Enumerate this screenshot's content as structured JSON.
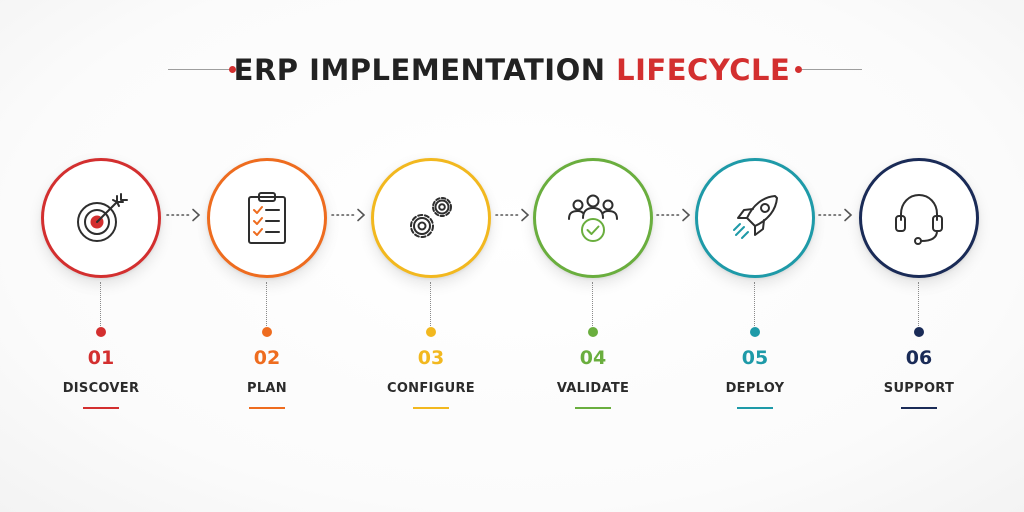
{
  "title": {
    "main": "ERP IMPLEMENTATION",
    "accent": "LIFECYCLE"
  },
  "colors": {
    "title_accent": "#d32f2f",
    "discover": "#d32f2f",
    "plan": "#ee6c1f",
    "configure": "#f2b81f",
    "validate": "#6aae3e",
    "deploy": "#1e9aa8",
    "support": "#1a2b57"
  },
  "steps": [
    {
      "number": "01",
      "label": "DISCOVER",
      "icon": "target-arrow-icon",
      "color": "#d32f2f"
    },
    {
      "number": "02",
      "label": "PLAN",
      "icon": "clipboard-checklist-icon",
      "color": "#ee6c1f"
    },
    {
      "number": "03",
      "label": "CONFIGURE",
      "icon": "gears-icon",
      "color": "#f2b81f"
    },
    {
      "number": "04",
      "label": "VALIDATE",
      "icon": "team-check-icon",
      "color": "#6aae3e"
    },
    {
      "number": "05",
      "label": "DEPLOY",
      "icon": "rocket-icon",
      "color": "#1e9aa8"
    },
    {
      "number": "06",
      "label": "SUPPORT",
      "icon": "headset-icon",
      "color": "#1a2b57"
    }
  ]
}
